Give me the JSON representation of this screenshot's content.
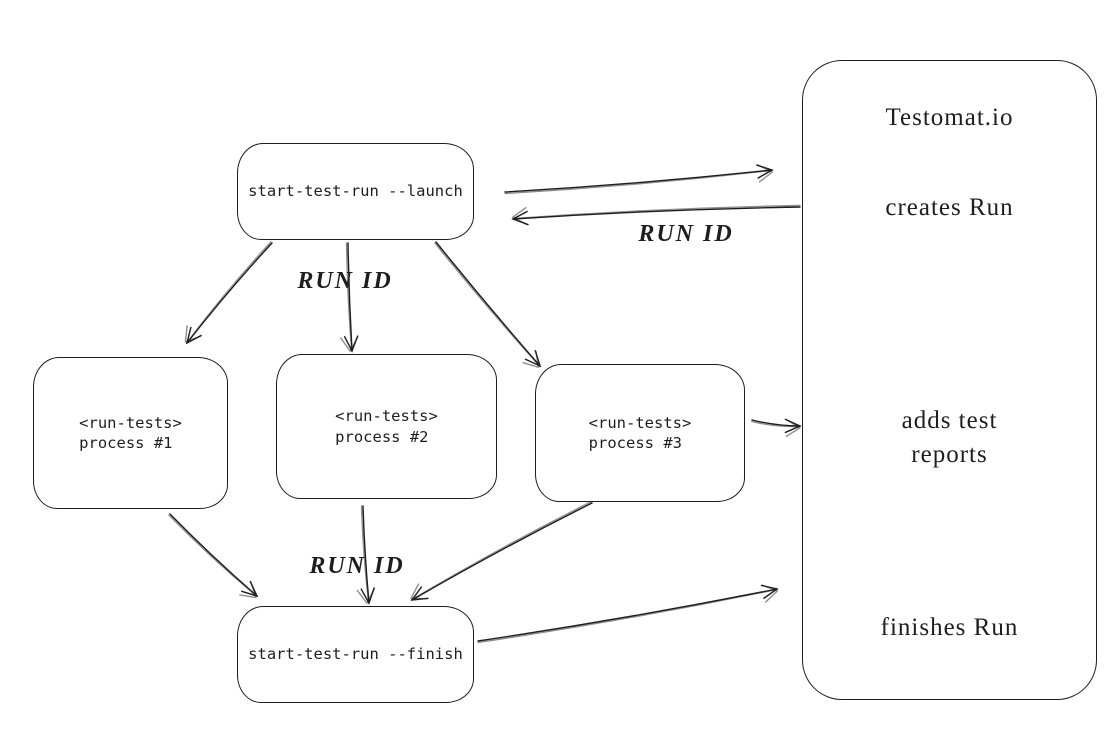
{
  "diagram": {
    "nodes": {
      "launch": {
        "label": "start-test-run --launch"
      },
      "process1": {
        "label": "<run-tests>\nprocess #1"
      },
      "process2": {
        "label": "<run-tests>\nprocess #2"
      },
      "process3": {
        "label": "<run-tests>\nprocess #3"
      },
      "finish": {
        "label": "start-test-run --finish"
      }
    },
    "testomat_panel": {
      "title": "Testomat.io",
      "steps": [
        {
          "label": "creates Run"
        },
        {
          "label": "adds test\nreports"
        },
        {
          "label": "finishes Run"
        }
      ]
    },
    "edge_labels": {
      "run_id_return": "RUN ID",
      "run_id_fanout": "RUN ID",
      "run_id_collect": "RUN ID"
    },
    "colors": {
      "stroke": "#1e1e1e",
      "background": "#ffffff"
    }
  }
}
